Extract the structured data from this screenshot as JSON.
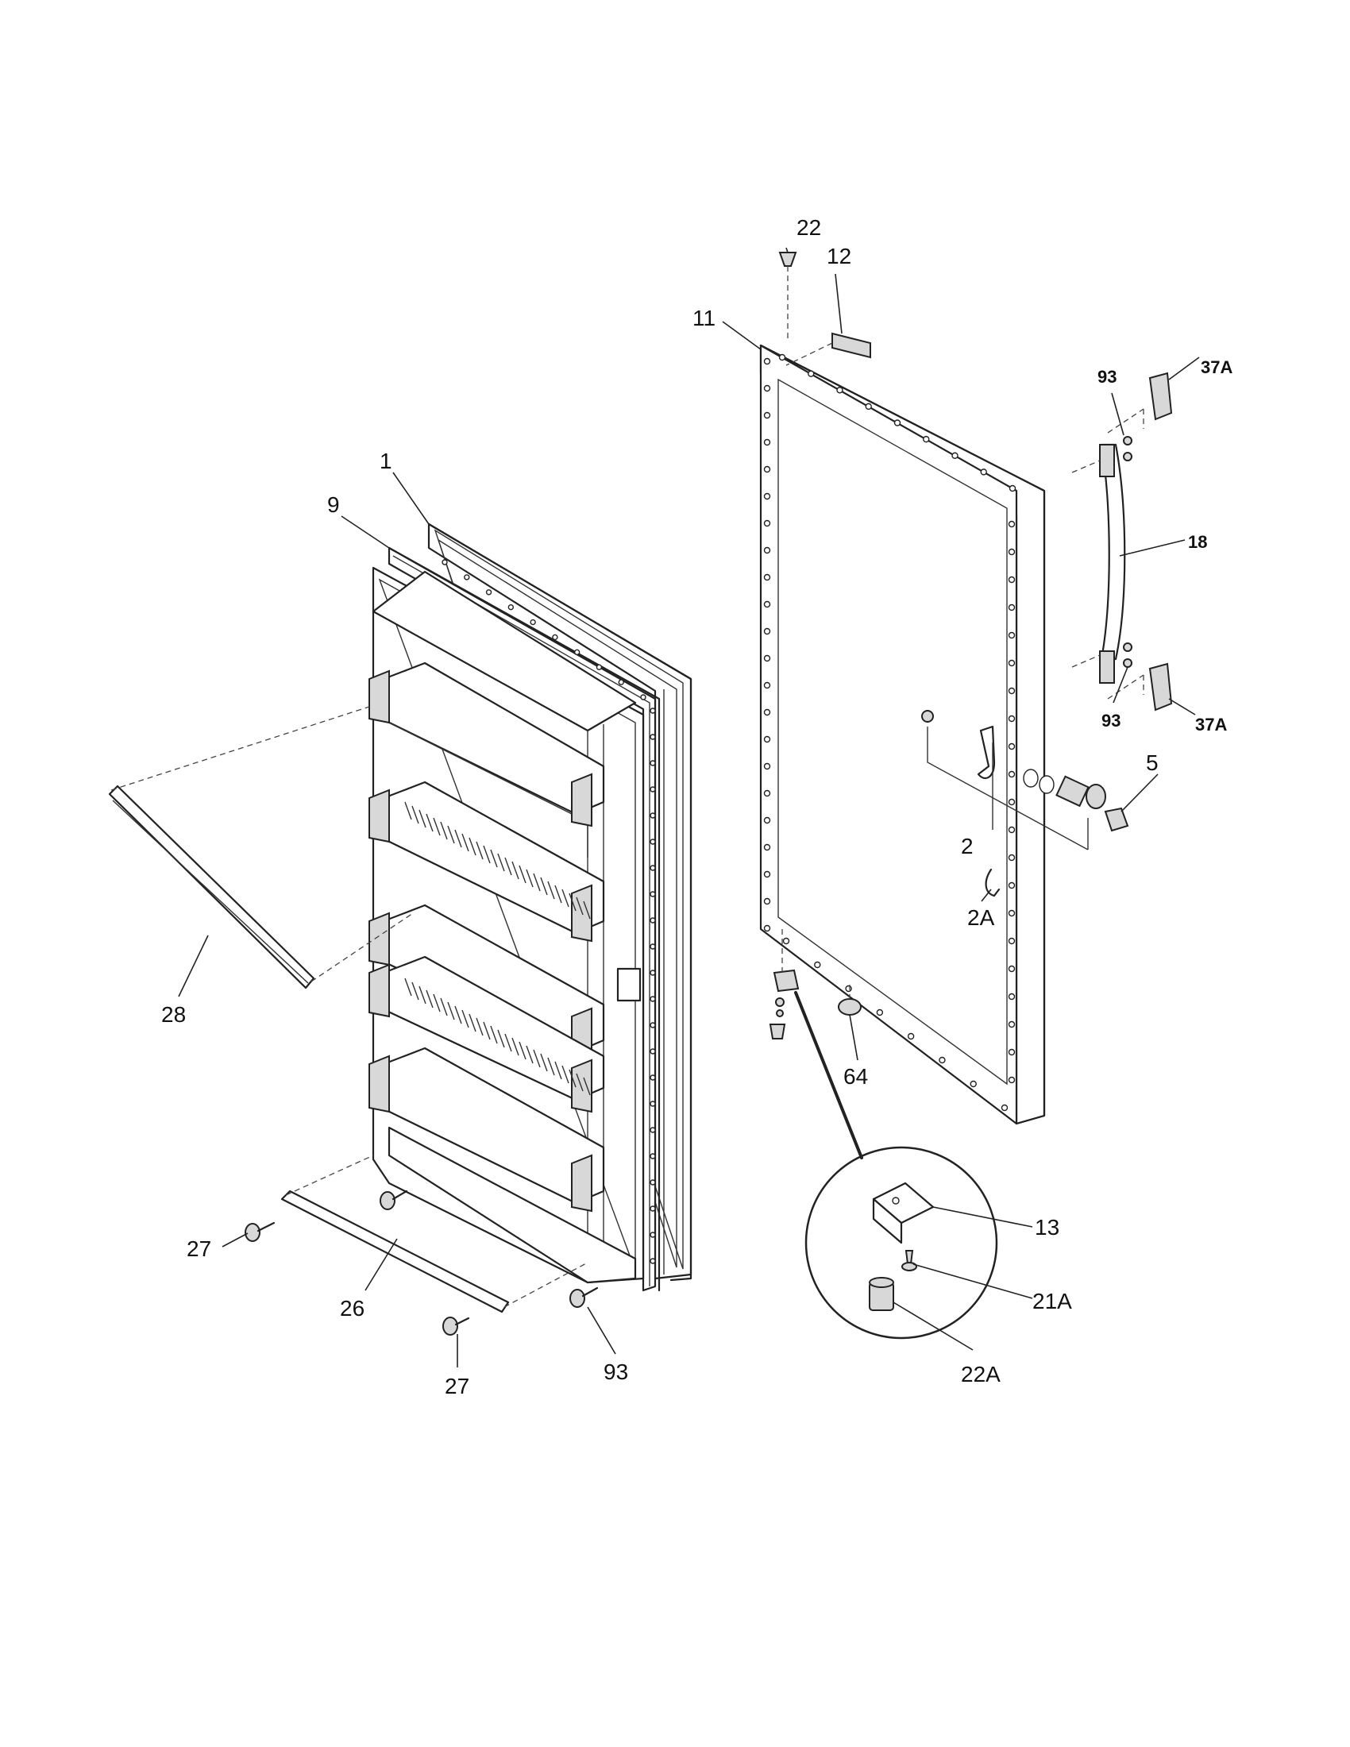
{
  "callouts": {
    "c1": "1",
    "c9": "9",
    "c28": "28",
    "c27a": "27",
    "c26": "26",
    "c27b": "27",
    "c93a": "93",
    "c22": "22",
    "c12": "12",
    "c11": "11",
    "c93b": "93",
    "c37Aa": "37A",
    "c18": "18",
    "c93c": "93",
    "c37Ab": "37A",
    "c5": "5",
    "c2": "2",
    "c2A": "2A",
    "c64": "64",
    "c13": "13",
    "c21A": "21A",
    "c22A": "22A"
  }
}
